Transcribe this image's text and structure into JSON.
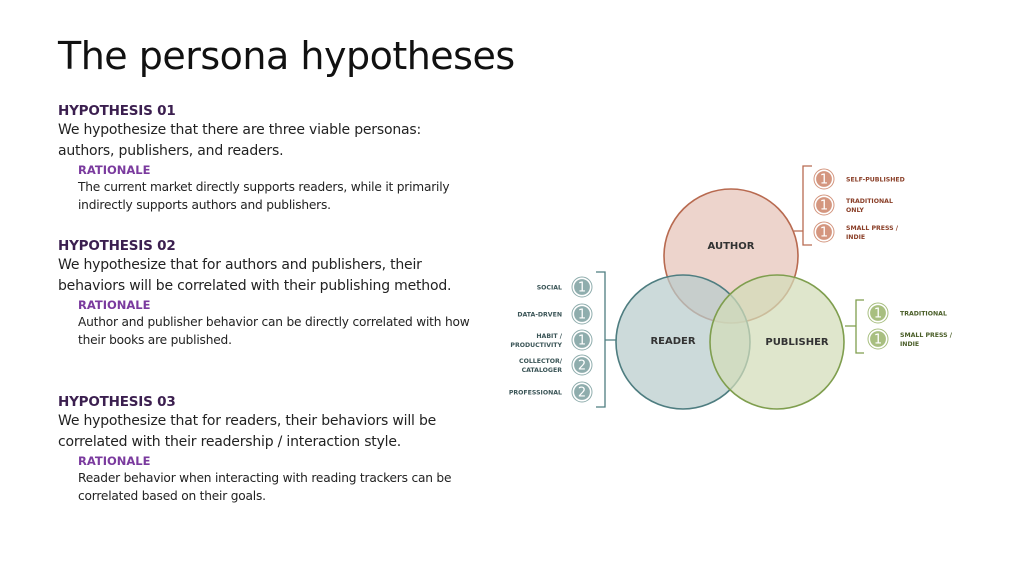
{
  "title": "The persona hypotheses",
  "hypotheses": [
    {
      "heading": "HYPOTHESIS 01",
      "body": "We hypothesize that there are three viable personas: authors, publishers, and readers.",
      "rationale_label": "RATIONALE",
      "rationale": "The current market directly supports readers, while it primarily indirectly supports authors and publishers."
    },
    {
      "heading": "HYPOTHESIS 02",
      "body": "We hypothesize that for authors and publishers, their behaviors will be correlated with their publishing method.",
      "rationale_label": "RATIONALE",
      "rationale": "Author and publisher behavior can be directly correlated with how their books are published."
    },
    {
      "heading": "HYPOTHESIS 03",
      "body": "We hypothesize that for readers, their behaviors will be correlated with their readership / interaction style.",
      "rationale_label": "RATIONALE",
      "rationale": "Reader behavior when interacting with reading trackers can be correlated based on their goals."
    }
  ],
  "venn": {
    "author": {
      "label": "AUTHOR",
      "fill": "#e6c3b8",
      "stroke": "#b86a50",
      "badge": "#d4967f",
      "text": "#8a3f28",
      "segments": [
        {
          "count": "1",
          "label_lines": [
            "SELF-PUBLISHED"
          ]
        },
        {
          "count": "1",
          "label_lines": [
            "TRADITIONAL",
            "ONLY"
          ]
        },
        {
          "count": "1",
          "label_lines": [
            "SMALL PRESS /",
            "INDIE"
          ]
        }
      ]
    },
    "reader": {
      "label": "READER",
      "fill": "#b8cccc",
      "stroke": "#4e7d80",
      "badge": "#8fadad",
      "text": "#3b5557",
      "segments": [
        {
          "count": "1",
          "label_lines": [
            "SOCIAL"
          ]
        },
        {
          "count": "1",
          "label_lines": [
            "DATA-DRVEN"
          ]
        },
        {
          "count": "1",
          "label_lines": [
            "HABIT /",
            "PRODUCTIVITY"
          ]
        },
        {
          "count": "2",
          "label_lines": [
            "COLLECTOR/",
            "CATALOGER"
          ]
        },
        {
          "count": "2",
          "label_lines": [
            "PROFESSIONAL"
          ]
        }
      ]
    },
    "publisher": {
      "label": "PUBLISHER",
      "fill": "#d3dcb8",
      "stroke": "#7f9e4e",
      "badge": "#a8bf80",
      "text": "#4a5e28",
      "segments": [
        {
          "count": "1",
          "label_lines": [
            "TRADITIONAL"
          ]
        },
        {
          "count": "1",
          "label_lines": [
            "SMALL PRESS /",
            "INDIE"
          ]
        }
      ]
    }
  }
}
